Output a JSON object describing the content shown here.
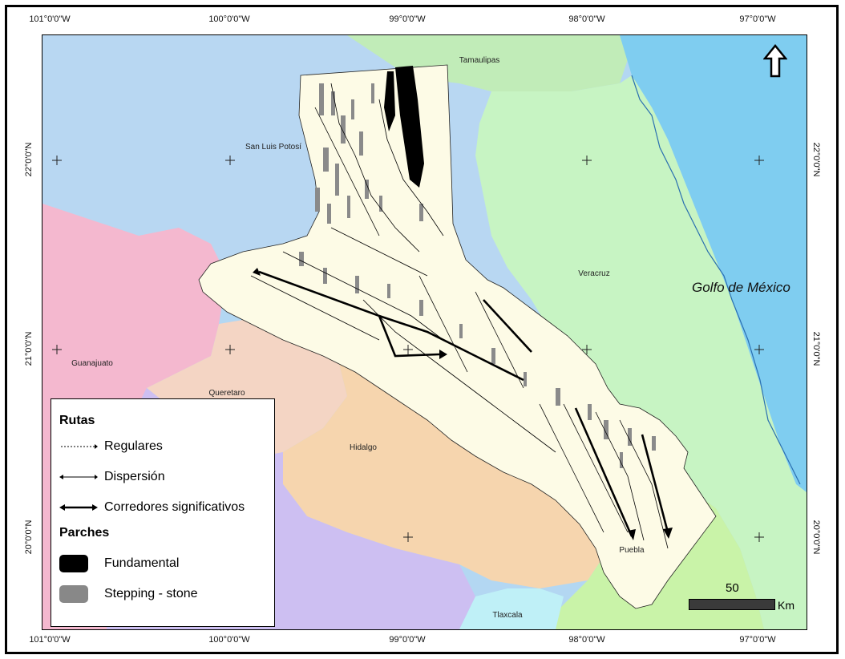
{
  "map": {
    "lon_ticks": [
      "101°0'0\"W",
      "100°0'0\"W",
      "99°0'0\"W",
      "98°0'0\"W",
      "97°0'0\"W"
    ],
    "lat_ticks": [
      "22°0'0\"N",
      "21°0'0\"N",
      "20°0'0\"N"
    ],
    "states": {
      "tamaulipas": "Tamaulipas",
      "san_luis_potosi": "San Luis Potosí",
      "veracruz": "Veracruz",
      "guanajuato": "Guanajuato",
      "queretaro": "Queretaro",
      "hidalgo": "Hidalgo",
      "puebla": "Puebla",
      "tlaxcala": "Tlaxcala"
    },
    "sea_label": "Golfo de México",
    "colors": {
      "water": "#b3d7f2",
      "sea": "#7fcdf0",
      "san_luis_potosi": "#b8d7f7",
      "tamaulipas": "#c1ecb8",
      "veracruz": "#c7f4c3",
      "guanajuato": "#f4b8cf",
      "queretaro": "#f4d5c4",
      "hidalgo": "#f6d5ae",
      "puebla": "#c9f3a8",
      "tlaxcala": "#bff0f7",
      "mexico_state": "#cdbff2",
      "study_area": "#fdfbe6",
      "fundamental_patch": "#000000",
      "stepping_stone_patch": "#888888"
    }
  },
  "legend": {
    "routes_title": "Rutas",
    "routes": [
      "Regulares",
      "Dispersión",
      "Corredores significativos"
    ],
    "patches_title": "Parches",
    "patches": [
      "Fundamental",
      "Stepping - stone"
    ]
  },
  "scale": {
    "value": "50",
    "unit": "Km"
  },
  "north_arrow": "north-arrow-icon"
}
